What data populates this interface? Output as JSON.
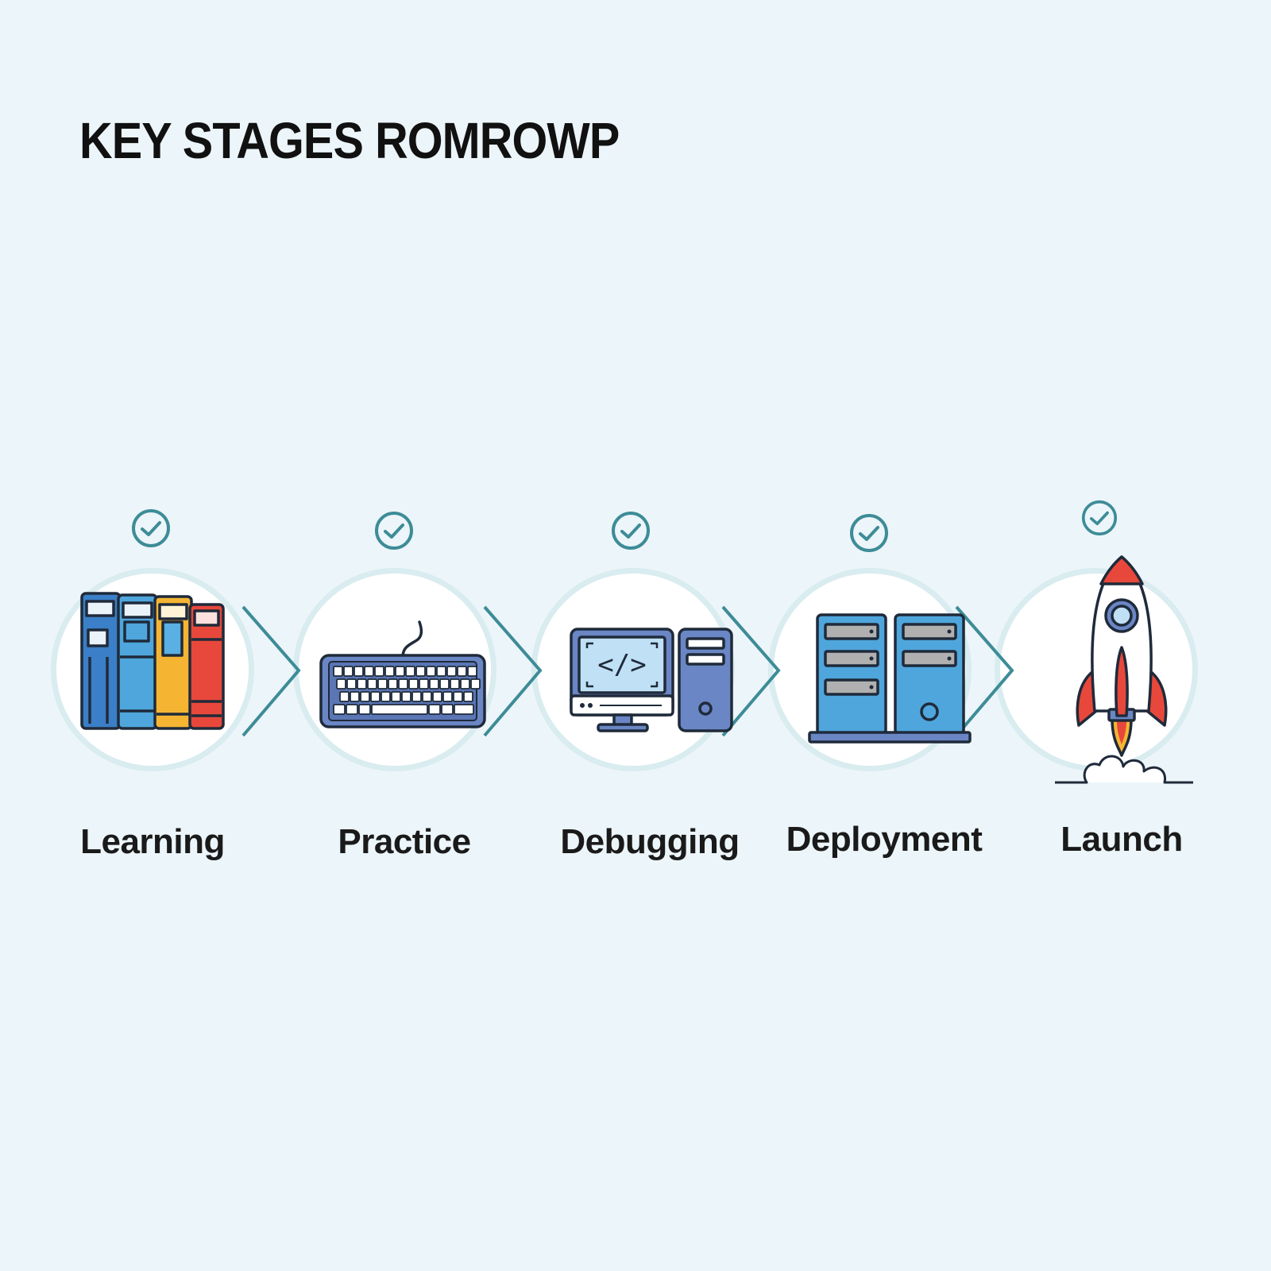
{
  "title": "KEY STAGES ROMROWP",
  "colors": {
    "background": "#ecf5f9",
    "accent_teal": "#3d8c97",
    "ring": "#d9ecf0",
    "outline": "#1f2a3a",
    "blue": "#3a8fd1",
    "light_blue": "#5ab0e3",
    "yellow": "#f5b533",
    "red": "#e8483b",
    "purple_blue": "#6a86c4"
  },
  "stages": [
    {
      "label": "Learning",
      "icon": "books-icon",
      "completed": true
    },
    {
      "label": "Practice",
      "icon": "keyboard-icon",
      "completed": true
    },
    {
      "label": "Debugging",
      "icon": "computer-code-icon",
      "completed": true
    },
    {
      "label": "Deployment",
      "icon": "server-icon",
      "completed": true
    },
    {
      "label": "Launch",
      "icon": "rocket-icon",
      "completed": true
    }
  ],
  "icon_text": {
    "code_symbol": "</>"
  }
}
